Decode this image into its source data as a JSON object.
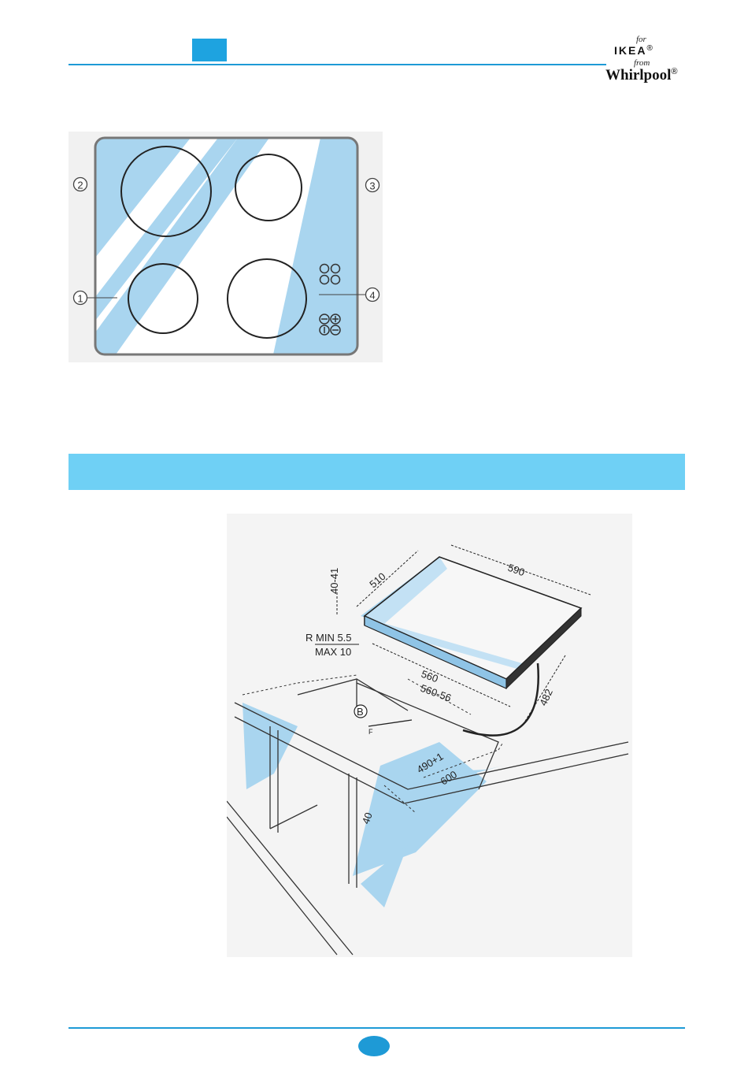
{
  "header": {
    "brand_for": "for",
    "brand_ikea": "IKEA",
    "brand_ikea_mark": "®",
    "brand_from": "from",
    "brand_whirlpool": "Whirlpool",
    "brand_whirlpool_mark": "®"
  },
  "hob_diagram": {
    "callouts": [
      "1",
      "2",
      "3",
      "4"
    ]
  },
  "install_diagram": {
    "dimensions": {
      "width": "590",
      "depth": "510",
      "height": "40-41",
      "radius_line1": "R MIN 5.5",
      "radius_line2": "MAX 10",
      "cut_width": "560",
      "cut_width2": "560-56",
      "cut_depth": "490+1",
      "panel": "600",
      "side": "482",
      "clearance": "40",
      "point_b": "B",
      "point_f": "F"
    }
  },
  "colors": {
    "accent": "#1e9ad6",
    "banner": "#6fd0f5",
    "tint": "#a9d5ef"
  }
}
